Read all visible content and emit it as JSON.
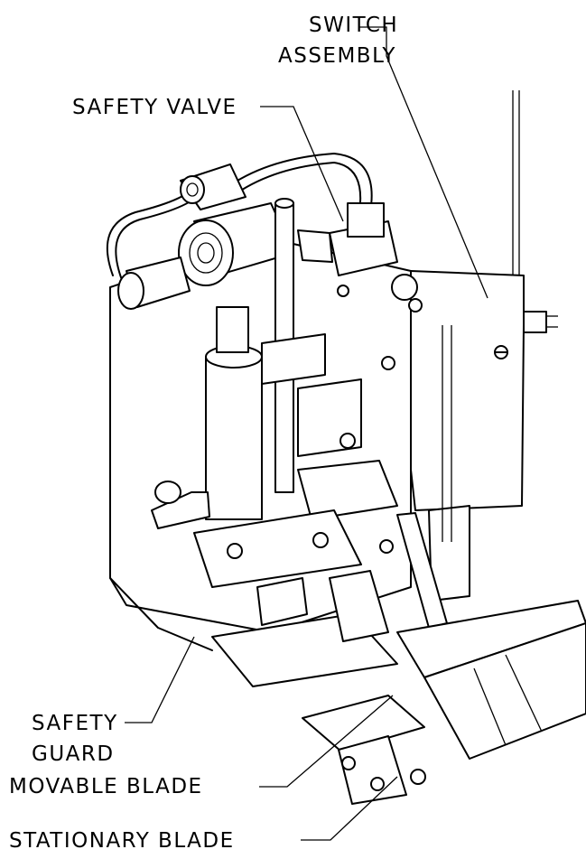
{
  "labels": {
    "switch_line1": "SWITCH",
    "switch_line2": "ASSEMBLY",
    "safety_valve": "SAFETY VALVE",
    "safety_guard_line1": "SAFETY",
    "safety_guard_line2": "GUARD",
    "movable_blade": "MOVABLE BLADE",
    "stationary_blade": "STATIONARY BLADE"
  }
}
